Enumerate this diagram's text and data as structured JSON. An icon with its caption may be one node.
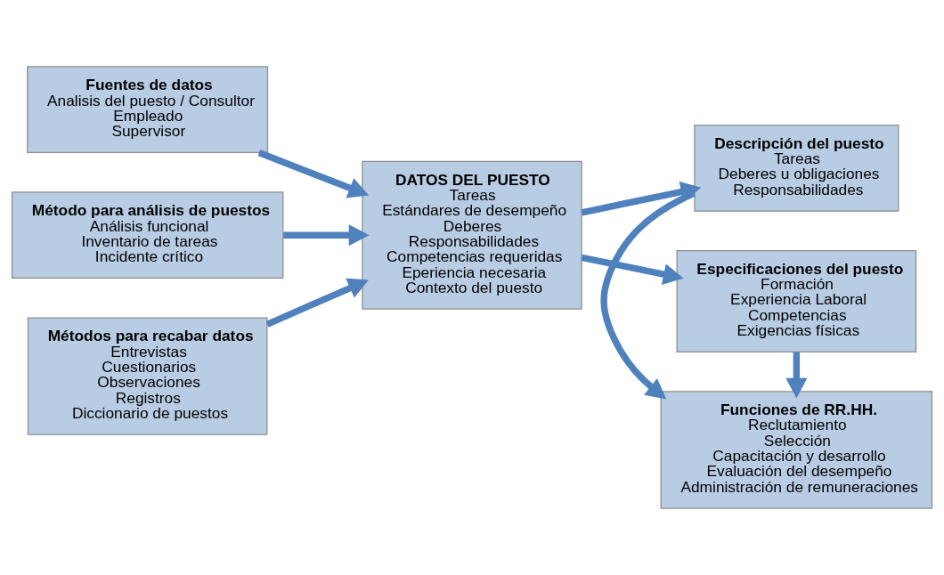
{
  "diagram": {
    "nodes": [
      {
        "text": [
          "Fuentes de datos",
          "Analisis del puesto / Consultor",
          "Empleado",
          "Supervisor"
        ]
      },
      {
        "text": [
          "Método para análisis de puestos",
          "Análisis funcional",
          "Inventario de tareas",
          "Incidente crítico"
        ]
      },
      {
        "text": [
          "Métodos para recabar datos",
          "Entrevistas",
          "Cuestionarios",
          "Observaciones",
          "Registros",
          "Diccionario de puestos"
        ]
      },
      {
        "text": [
          "DATOS DEL PUESTO",
          "Tareas",
          "Estándares de desempeño",
          "Deberes",
          "Responsabilidades",
          "Competencias requeridas",
          "Eperiencia necesaria",
          "Contexto del puesto"
        ]
      },
      {
        "text": [
          "Descripción del puesto",
          "Tareas",
          "Deberes u obligaciones",
          "Responsabilidades"
        ]
      },
      {
        "text": [
          "Funciones de RR.HH.",
          "Reclutamiento",
          "Selección",
          "Capacitación y desarrollo",
          "Evaluación del desempeño",
          "Administración de remuneraciones"
        ]
      },
      {
        "text": [
          "Especificaciones del puesto",
          "Formación",
          "Experiencia Laboral",
          "Competencias",
          "Exigencias físicas"
        ]
      }
    ],
    "edges": [
      {
        "from": 0,
        "to": 3,
        "arrow": "to"
      },
      {
        "from": 1,
        "to": 3,
        "arrow": "to"
      },
      {
        "from": 2,
        "to": 3,
        "arrow": "to"
      },
      {
        "from": 3,
        "to": 4,
        "arrow": "to"
      },
      {
        "from": 3,
        "to": 6,
        "arrow": "to"
      },
      {
        "from": 4,
        "to": 5,
        "arrow": "to"
      },
      {
        "from": 6,
        "to": 5,
        "arrow": "to"
      }
    ]
  }
}
